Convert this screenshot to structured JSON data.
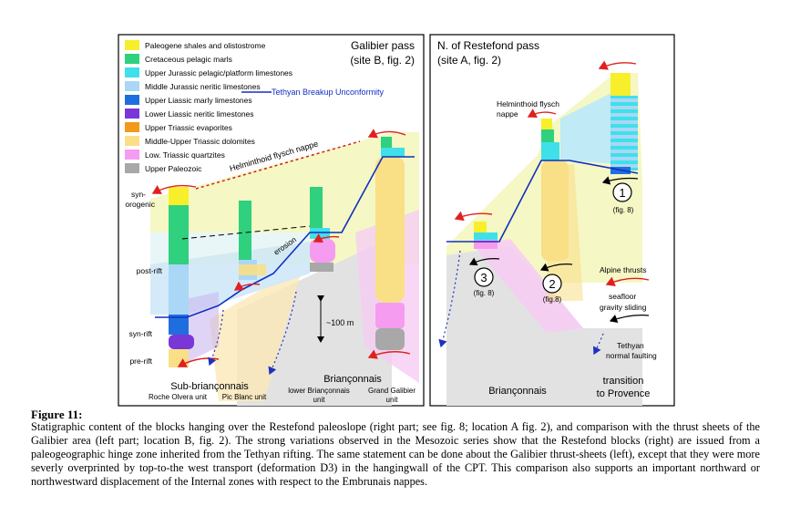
{
  "legend": {
    "items": [
      {
        "label": "Paleogene shales and olistostrome",
        "color": "#f6ef2a"
      },
      {
        "label": "Cretaceous pelagic marls",
        "color": "#2fd07e"
      },
      {
        "label": "Upper Jurassic pelagic/platform limestones",
        "color": "#3fe0ea"
      },
      {
        "label": "Middle Jurassic neritic limestones",
        "color": "#a9d7f5"
      },
      {
        "label": "Upper Liassic marly limestones",
        "color": "#1f6ee0"
      },
      {
        "label": "Lower Liassic neritic limestones",
        "color": "#7a37d8"
      },
      {
        "label": "Upper Triassic evaporites",
        "color": "#f29a1a"
      },
      {
        "label": "Middle-Upper Triassic dolomites",
        "color": "#f9df86"
      },
      {
        "label": "Low. Triassic quartzites",
        "color": "#f59cf0"
      },
      {
        "label": "Upper Paleozoic",
        "color": "#a8a8a8"
      }
    ],
    "unconformity": "Tethyan Breakup Unconformity"
  },
  "left_panel": {
    "title_line1": "Galibier pass",
    "title_line2": "(site B, fig. 2)",
    "nappe": "Helminthoid flysch nappe",
    "erosion": "erosion",
    "scale": "~100 m",
    "stages": [
      "syn-",
      "orogenic",
      "post-rift",
      "syn-rift",
      "pre-rift"
    ],
    "sub_brianconnais": "Sub-briançonnais",
    "brianconnais": "Briançonnais",
    "units": [
      "Roche Olvera unit",
      "Pic Blanc unit",
      "lower Briançonnais",
      "unit",
      "Grand Galibier",
      "unit"
    ]
  },
  "right_panel": {
    "title_line1": "N. of Restefond pass",
    "title_line2": "(site A, fig. 2)",
    "nappe_line1": "Helminthoid flysch",
    "nappe_line2": "nappe",
    "markers": [
      {
        "num": "1",
        "ref": "(fig. 8)"
      },
      {
        "num": "2",
        "ref": "(fig.8)"
      },
      {
        "num": "3",
        "ref": "(fig. 8)"
      }
    ],
    "key_thrusts": "Alpine thrusts",
    "key_seafloor_1": "seafloor",
    "key_seafloor_2": "gravity sliding",
    "key_tethyan_1": "Tethyan",
    "key_tethyan_2": "normal faulting",
    "brianconnais": "Briançonnais",
    "transition_1": "transition",
    "transition_2": "to Provence"
  },
  "caption": {
    "title": "Figure 11:",
    "text": "Statigraphic content of the blocks hanging over the Restefond paleoslope (right part; see fig. 8; location A fig. 2), and comparison with the thrust sheets of the Galibier area (left part; location B, fig. 2). The strong variations observed in the Mesozoic series show that the Restefond blocks (right) are issued from a paleogeographic hinge zone inherited from the Tethyan rifting. The same statement can be done about the Galibier thrust-sheets (left), except that they were more severly overprinted by top-to-the west transport (deformation D3) in the hangingwall of the CPT. This comparison also supports an important northward or northwestward displacement of the Internal zones with respect to the Embrunais nappes."
  }
}
